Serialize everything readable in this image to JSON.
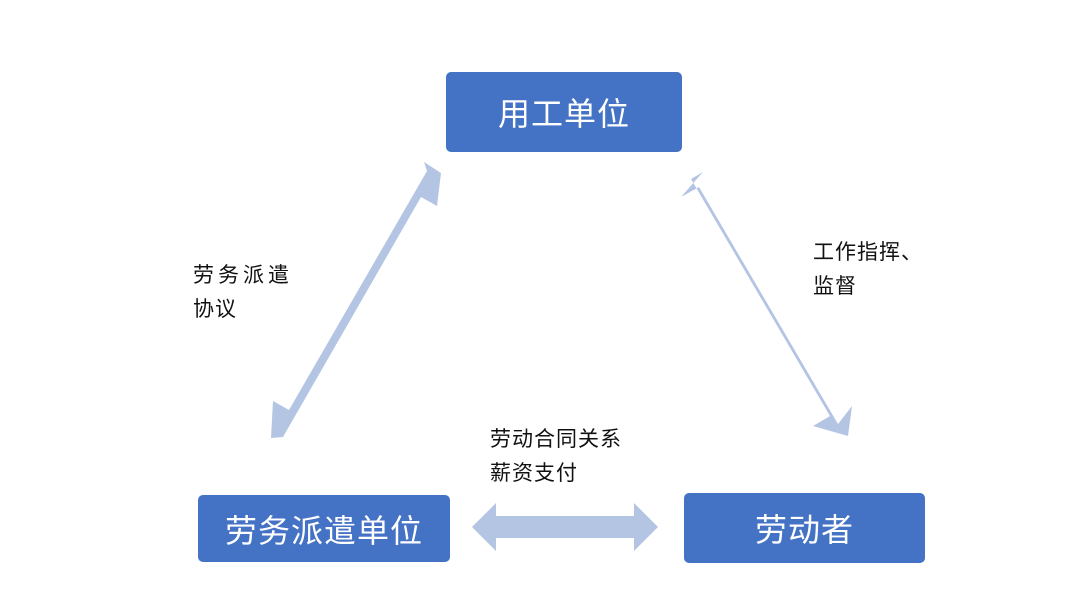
{
  "diagram": {
    "nodes": {
      "top": "用工单位",
      "left": "劳务派遣单位",
      "right": "劳动者"
    },
    "edges": {
      "left_edge": [
        "劳务派遣",
        "协议"
      ],
      "right_edge": [
        "工作指挥、",
        "监督"
      ],
      "bottom_edge": [
        "劳动合同关系",
        "薪资支付"
      ]
    },
    "colors": {
      "node_fill": "#4472c4",
      "node_text": "#ffffff",
      "arrow_fill": "#b4c5e4",
      "label_text": "#111111"
    }
  }
}
